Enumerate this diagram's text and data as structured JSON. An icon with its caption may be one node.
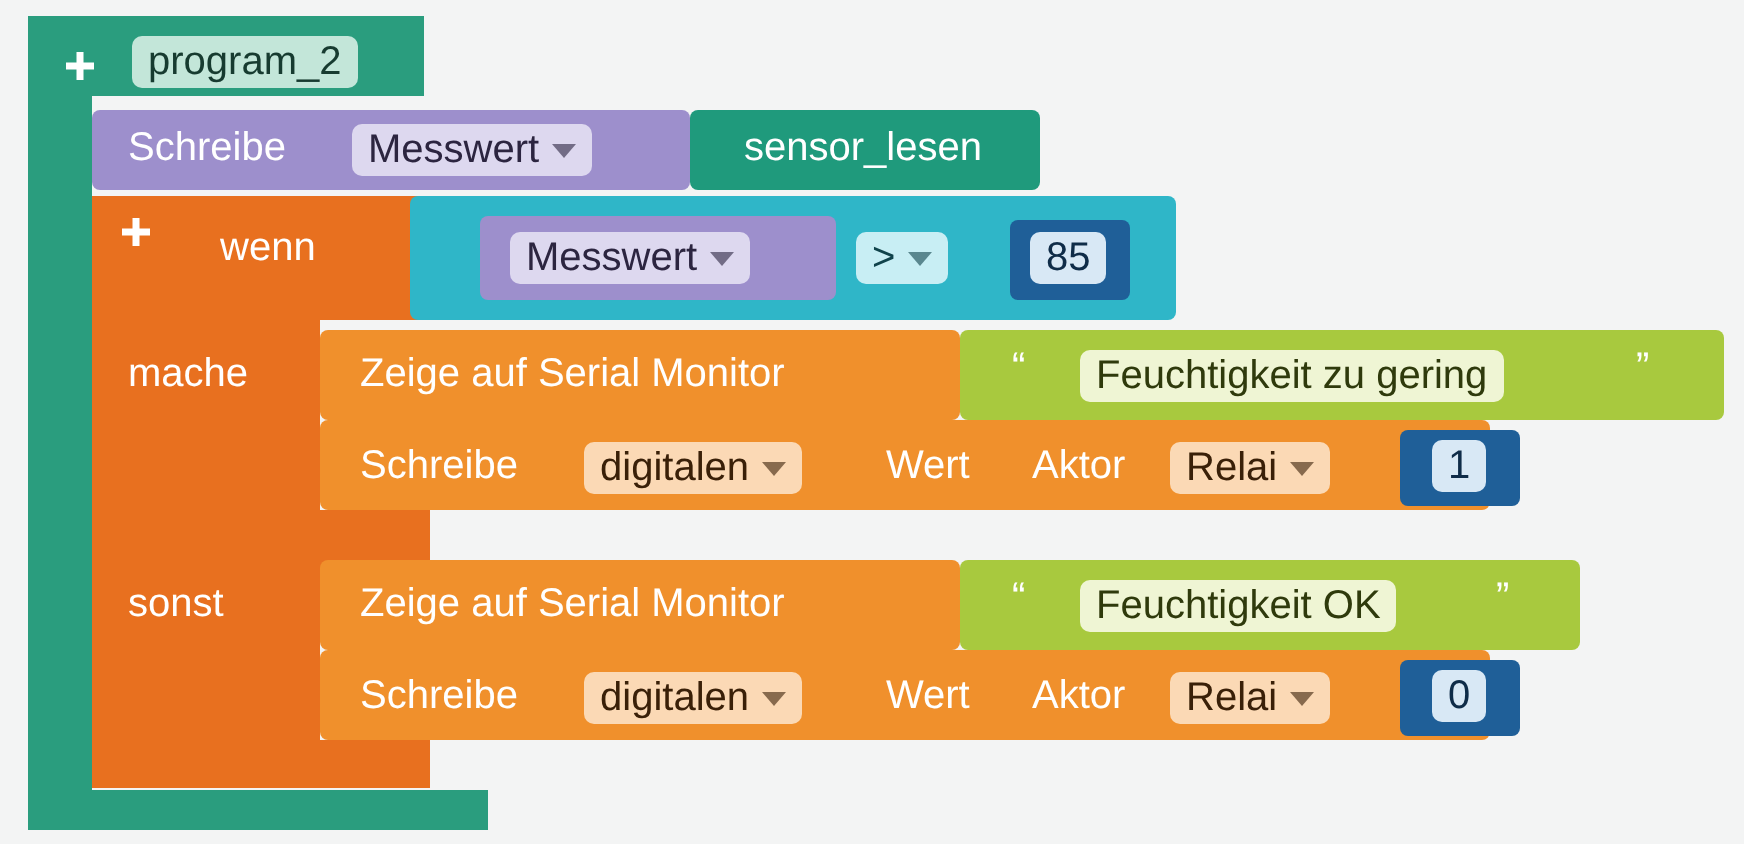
{
  "diagram": {
    "nodes": [
      {
        "text": [
          "program_2"
        ]
      },
      {
        "text": [
          "Schreibe",
          "Messwert"
        ]
      },
      {
        "text": [
          "sensor_lesen"
        ]
      },
      {
        "text": [
          "wenn",
          "mache",
          "sonst"
        ]
      },
      {
        "text": [
          ">"
        ]
      },
      {
        "text": [
          "Messwert"
        ],
        "in": 4
      },
      {
        "text": [
          "85"
        ],
        "in": 4
      },
      {
        "text": [
          "Zeige auf Serial Monitor"
        ]
      },
      {
        "text": [
          "“",
          "Feuchtigkeit zu gering",
          "”"
        ]
      },
      {
        "text": [
          "Schreibe",
          "digitalen",
          "Wert",
          "Aktor",
          "Relai"
        ]
      },
      {
        "text": [
          "1"
        ]
      },
      {
        "text": [
          "Zeige auf Serial Monitor"
        ]
      },
      {
        "text": [
          "“",
          "Feuchtigkeit OK",
          "”"
        ]
      },
      {
        "text": [
          "Schreibe",
          "digitalen",
          "Wert",
          "Aktor",
          "Relai"
        ]
      },
      {
        "text": [
          "0"
        ]
      }
    ]
  }
}
